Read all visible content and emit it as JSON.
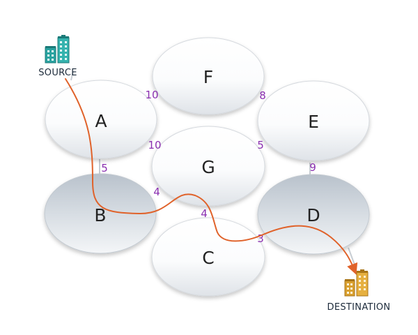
{
  "nodes": {
    "A": {
      "label": "A"
    },
    "B": {
      "label": "B"
    },
    "C": {
      "label": "C"
    },
    "D": {
      "label": "D"
    },
    "E": {
      "label": "E"
    },
    "F": {
      "label": "F"
    },
    "G": {
      "label": "G"
    }
  },
  "edges": {
    "a_f": {
      "weight": "10"
    },
    "a_g": {
      "weight": "10"
    },
    "a_b": {
      "weight": "5"
    },
    "f_e": {
      "weight": "8"
    },
    "g_e": {
      "weight": "5"
    },
    "e_d": {
      "weight": "9"
    },
    "b_g": {
      "weight": "4"
    },
    "g_c": {
      "weight": "4"
    },
    "c_d": {
      "weight": "3"
    }
  },
  "source": {
    "label": "SOURCE"
  },
  "destination": {
    "label": "DESTINATION"
  },
  "colors": {
    "path": "#e0622a",
    "weight": "#8a2fb0",
    "source_building": "#2aa3a0",
    "destination_building": "#d9a030"
  }
}
